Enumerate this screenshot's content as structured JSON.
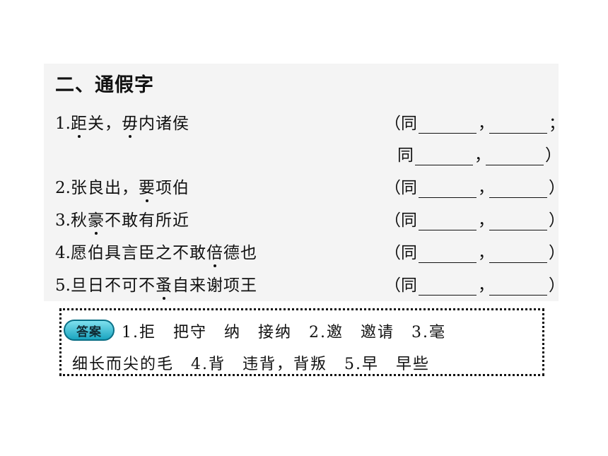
{
  "heading": "二、通假字",
  "items": [
    {
      "num": "1.",
      "t1": "",
      "d1": "距",
      "t2": "关，",
      "d2": "毋",
      "t3": "内诸侯"
    },
    {
      "num": "2.",
      "t1": "张良出，",
      "d1": "要",
      "t2": "项伯",
      "d2": "",
      "t3": ""
    },
    {
      "num": "3.",
      "t1": "秋",
      "d1": "豪",
      "t2": "不敢有所近",
      "d2": "",
      "t3": ""
    },
    {
      "num": "4.",
      "t1": "愿伯具言臣之不敢",
      "d1": "倍",
      "t2": "德也",
      "d2": "",
      "t3": ""
    },
    {
      "num": "5.",
      "t1": "旦日不可不",
      "d1": "蚤",
      "t2": "自来谢项王",
      "d2": "",
      "t3": ""
    }
  ],
  "fill": {
    "open": "（同",
    "word": "同",
    "comma": "，",
    "semicolon": "；",
    "close": "）"
  },
  "answer": {
    "badge": "答案",
    "line1": "1.拒　把守　纳　接纳　2.邀　邀请　3.毫",
    "line2": "细长而尖的毛　4.背　违背，背叛　5.早　早些"
  }
}
